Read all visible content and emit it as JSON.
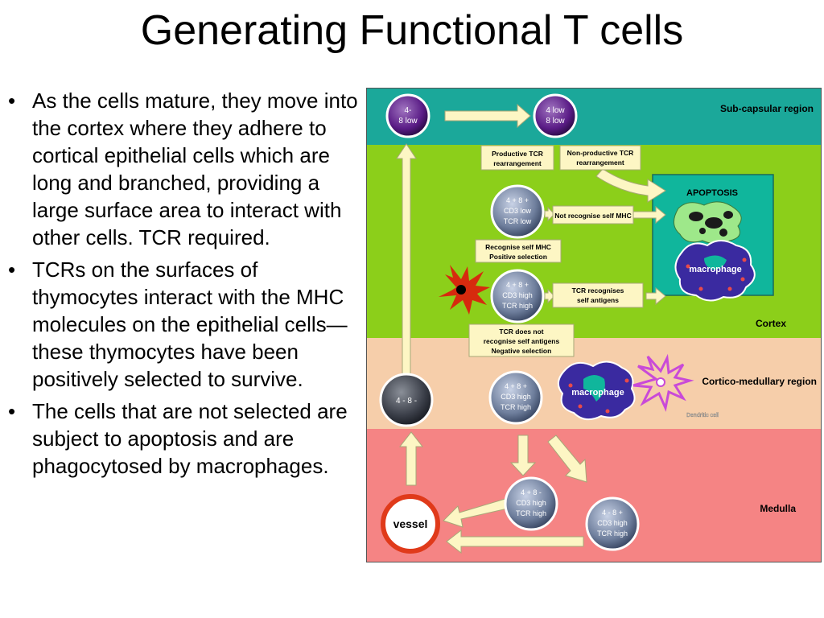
{
  "title": "Generating Functional T cells",
  "bullets": [
    "As the cells mature, they move into the cortex where they adhere to cortical epithelial cells which are long and branched, providing a large surface area to interact with other cells. TCR required.",
    "TCRs on the surfaces of thymocytes interact with the MHC molecules on the epithelial cells—these thymocytes have been positively selected to survive.",
    "The cells that are not selected are subject to apoptosis and are phagocytosed by macrophages."
  ],
  "bullet_glyph": "•",
  "diagram": {
    "regions": {
      "subcapsular": "Sub-capsular region",
      "cortex": "Cortex",
      "corticomedullary": "Cortico-medullary region",
      "medulla": "Medulla"
    },
    "cells": {
      "c1": [
        "4-",
        "8 low"
      ],
      "c2": [
        "4 low",
        "8 low"
      ],
      "c3": [
        "4 + 8 +",
        "CD3 low",
        "TCR low"
      ],
      "c4": [
        "4 + 8 +",
        "CD3 high",
        "TCR high"
      ],
      "c5": [
        "4 + 8 +",
        "CD3 high",
        "TCR high"
      ],
      "c6": [
        "4 - 8 -"
      ],
      "c7": [
        "4 + 8 -",
        "CD3 high",
        "TCR high"
      ],
      "c8": [
        "4 - 8 +",
        "CD3 high",
        "TCR high"
      ]
    },
    "boxes": {
      "productive": [
        "Productive TCR",
        "rearrangement"
      ],
      "nonproductive": [
        "Non-productive TCR",
        "rearrangement"
      ],
      "not_recognise": [
        "Not recognise self MHC"
      ],
      "positive": [
        "Recognise self MHC",
        "Positive selection"
      ],
      "recognises_self": [
        "TCR recognises",
        "self antigens"
      ],
      "negative": [
        "TCR does not",
        "recognise self antigens",
        "Negative selection"
      ]
    },
    "apoptosis": "APOPTOSIS",
    "macrophage": "macrophage",
    "dendritic": "Dendritic cell",
    "vessel": "vessel",
    "colors": {
      "subcapsular": "#1ba89a",
      "cortex": "#8ccf1a",
      "corticomedullary": "#f6ceaa",
      "medulla": "#f58484",
      "apoptosis_box": "#10b69c",
      "arrow_fill": "#fdf6c4",
      "arrow_stroke": "#a8a878",
      "macrophage": "#3a2aa0",
      "dendritic": "#c94ad8",
      "epithelial": "#d62a0e"
    }
  }
}
